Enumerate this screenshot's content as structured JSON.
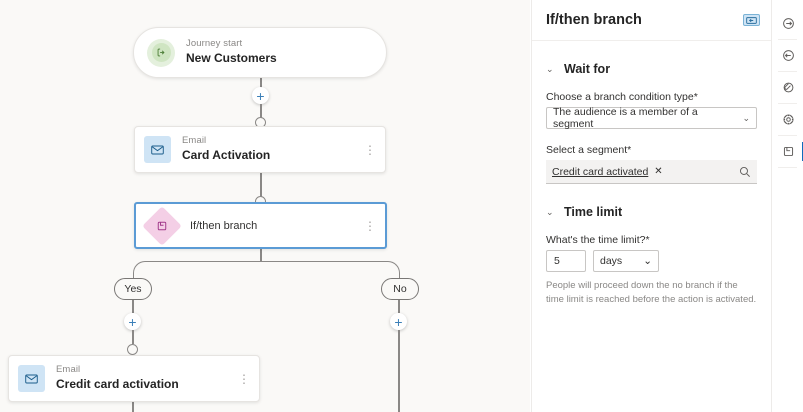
{
  "canvas": {
    "nodes": [
      {
        "id": "journey-start",
        "type_label": "Journey start",
        "title": "New Customers",
        "icon": "sign-in-icon"
      },
      {
        "id": "email-card-activation",
        "type_label": "Email",
        "title": "Card Activation",
        "icon": "email-icon",
        "menu": "⋮"
      },
      {
        "id": "if-then-branch",
        "title": "If/then branch",
        "icon": "branch-icon",
        "menu": "⋮",
        "selected": true
      },
      {
        "id": "email-credit-card-activation",
        "type_label": "Email",
        "title": "Credit card activation",
        "icon": "email-icon",
        "menu": "⋮"
      }
    ],
    "branch_labels": {
      "yes": "Yes",
      "no": "No"
    },
    "add_button_glyph": "+"
  },
  "panel": {
    "title": "If/then branch",
    "collapse_icon": "panel-collapse-icon",
    "sections": {
      "wait_for": {
        "title": "Wait for",
        "chevron": "⌄",
        "condition_type": {
          "label": "Choose a branch condition type",
          "required_mark": "*",
          "value": "The audience is a member of a segment",
          "caret": "⌄"
        },
        "segment": {
          "label": "Select a segment",
          "required_mark": "*",
          "tag": "Credit card activated",
          "remove_glyph": "✕",
          "search_icon": "search-icon"
        }
      },
      "time_limit": {
        "title": "Time limit",
        "chevron": "⌄",
        "label": "What's the time limit?",
        "required_mark": "*",
        "amount": "5",
        "unit": "days",
        "unit_caret": "⌄",
        "helper_text": "People will proceed down the no branch if the time limit is reached before the action is activated."
      }
    }
  },
  "rail": {
    "items": [
      {
        "name": "journey-start-icon",
        "active": false
      },
      {
        "name": "exit-icon",
        "active": false
      },
      {
        "name": "attach-icon",
        "active": false
      },
      {
        "name": "settings-gear-icon",
        "active": false
      },
      {
        "name": "branch-icon",
        "active": true
      }
    ]
  },
  "colors": {
    "canvas_bg": "#faf9f7",
    "selection_blue": "#5b9bd5",
    "accent_blue": "#0f6cbd",
    "email_icon_bg": "#cfe4f5",
    "branch_icon_bg": "#f4cfe6",
    "start_icon_bg": "#e4f0dd"
  }
}
